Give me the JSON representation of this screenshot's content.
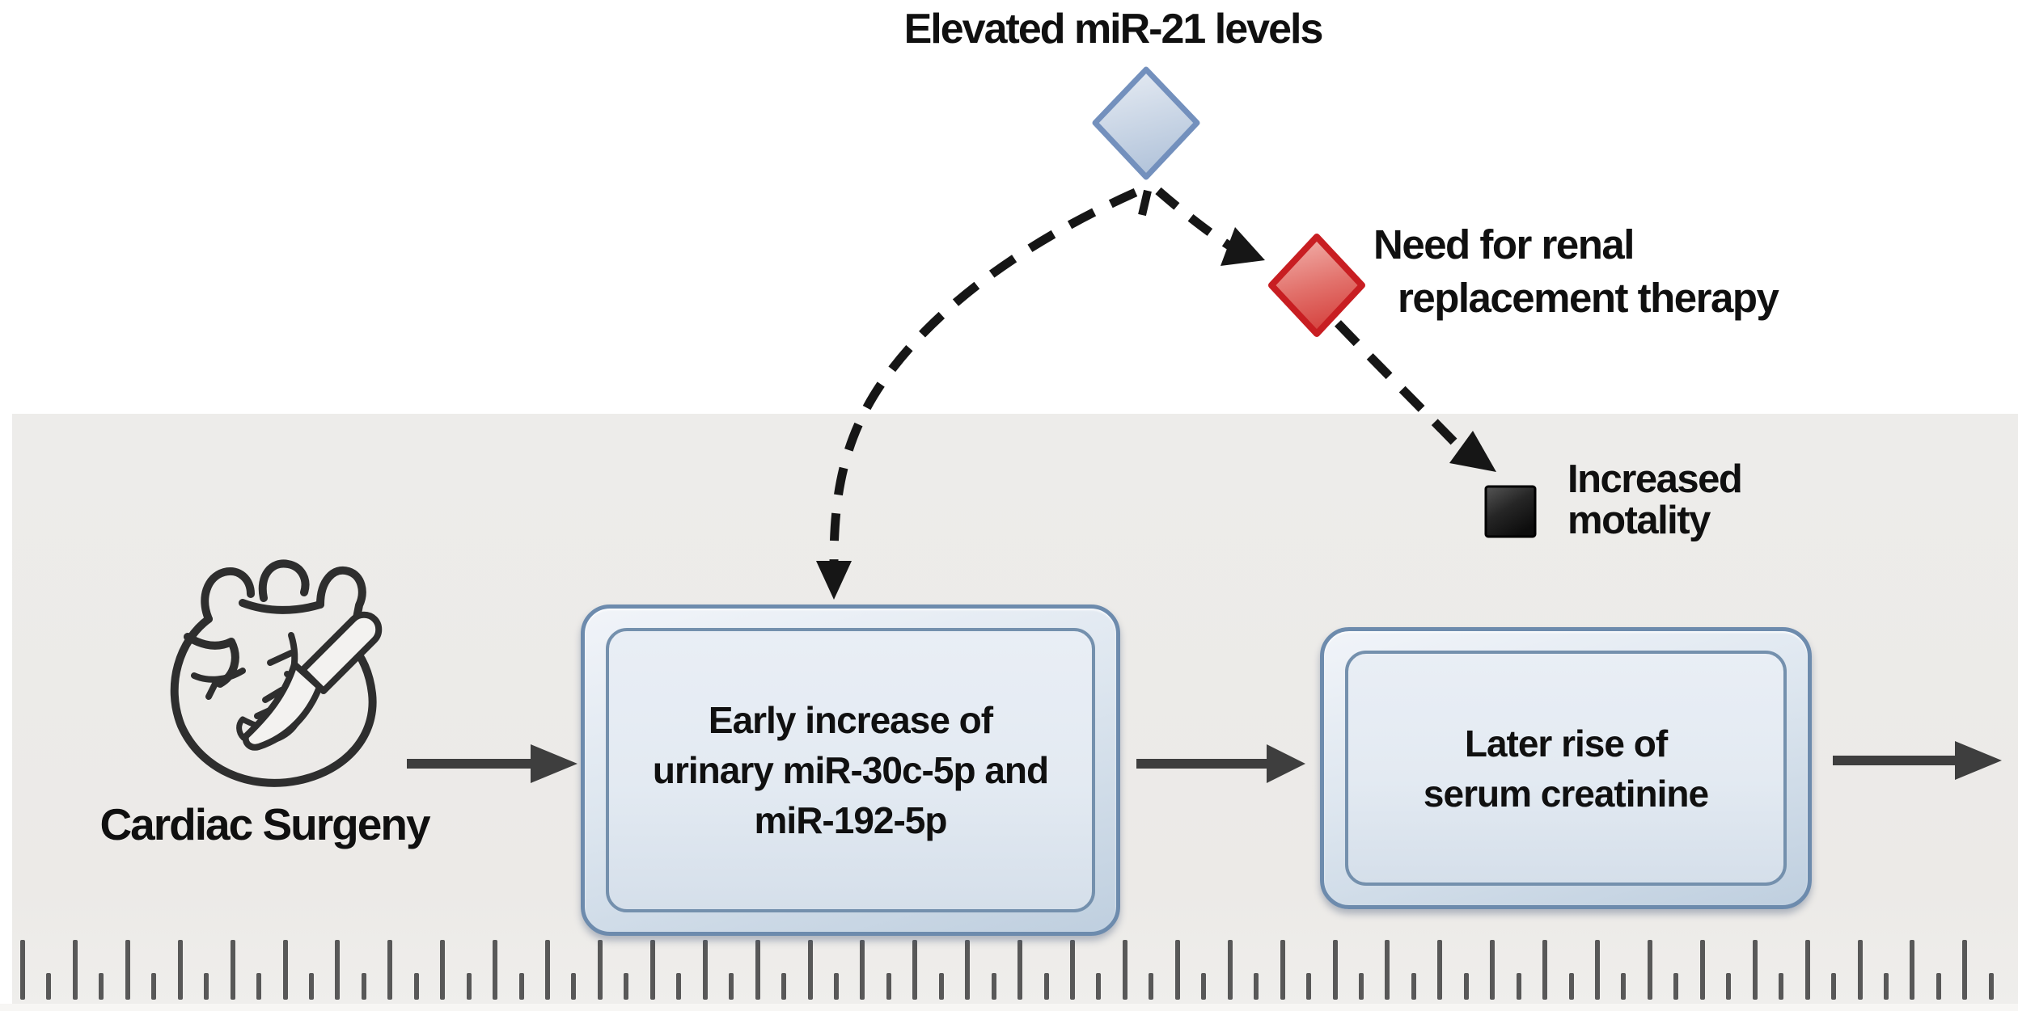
{
  "figure": {
    "title": "Elevated miR-21 levels"
  },
  "events": {
    "mir21": {
      "label": "Elevated miR-21 levels",
      "marker": "blue-diamond",
      "marker_fill_top": "#e8edf4",
      "marker_fill_bottom": "#b4c5db",
      "marker_border": "#7390bd"
    },
    "rrt": {
      "line1": "Need for renal",
      "line2": "replacement therapy",
      "marker": "red-diamond",
      "marker_fill_top": "#f2b3ad",
      "marker_fill_bottom": "#d5423e",
      "marker_border": "#c81e22"
    },
    "mortality": {
      "line1": "Increased",
      "line2": "motality",
      "marker": "black-square",
      "marker_fill": "#1d1d1d"
    }
  },
  "timeline": {
    "start_label": "Cardiac Surgeny",
    "box1": {
      "line1": "Early increase of",
      "line2": "urinary miR-30c-5p and",
      "line3": "miR-192-5p"
    },
    "box2": {
      "line1": "Later rise of",
      "line2": "serum creatinine"
    }
  },
  "colors": {
    "band_background": "#edecea",
    "box_border": "#6d8bad",
    "solid_arrow": "#3e3e3e",
    "dashed_arrow": "#161616",
    "ruler_tick": "#585858"
  }
}
